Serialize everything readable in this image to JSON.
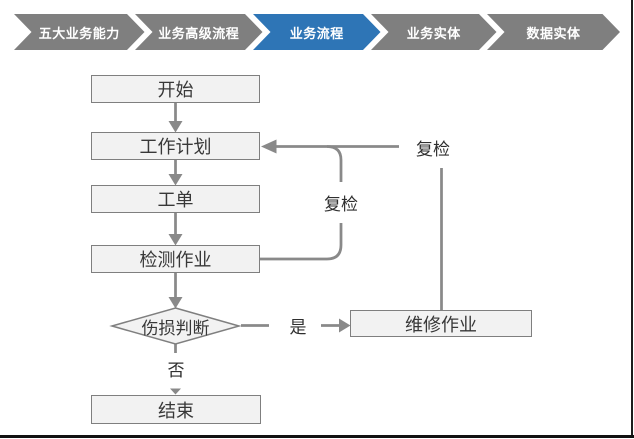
{
  "steps": [
    {
      "label": "五大业务能力",
      "active": false
    },
    {
      "label": "业务高级流程",
      "active": false
    },
    {
      "label": "业务流程",
      "active": true
    },
    {
      "label": "业务实体",
      "active": false
    },
    {
      "label": "数据实体",
      "active": false
    }
  ],
  "flowchart": {
    "nodes": {
      "start": "开始",
      "plan": "工作计划",
      "order": "工单",
      "inspect": "检测作业",
      "decision": "伤损判断",
      "repair": "维修作业",
      "end": "结束"
    },
    "labels": {
      "recheck_inner": "复检",
      "recheck_outer": "复检",
      "yes": "是",
      "no": "否"
    }
  },
  "colors": {
    "step_gray": "#7f7f7f",
    "step_active": "#2e75b6",
    "node_fill": "#f2f2f2",
    "node_border": "#7f7f7f",
    "connector": "#898989",
    "text": "#383838"
  }
}
